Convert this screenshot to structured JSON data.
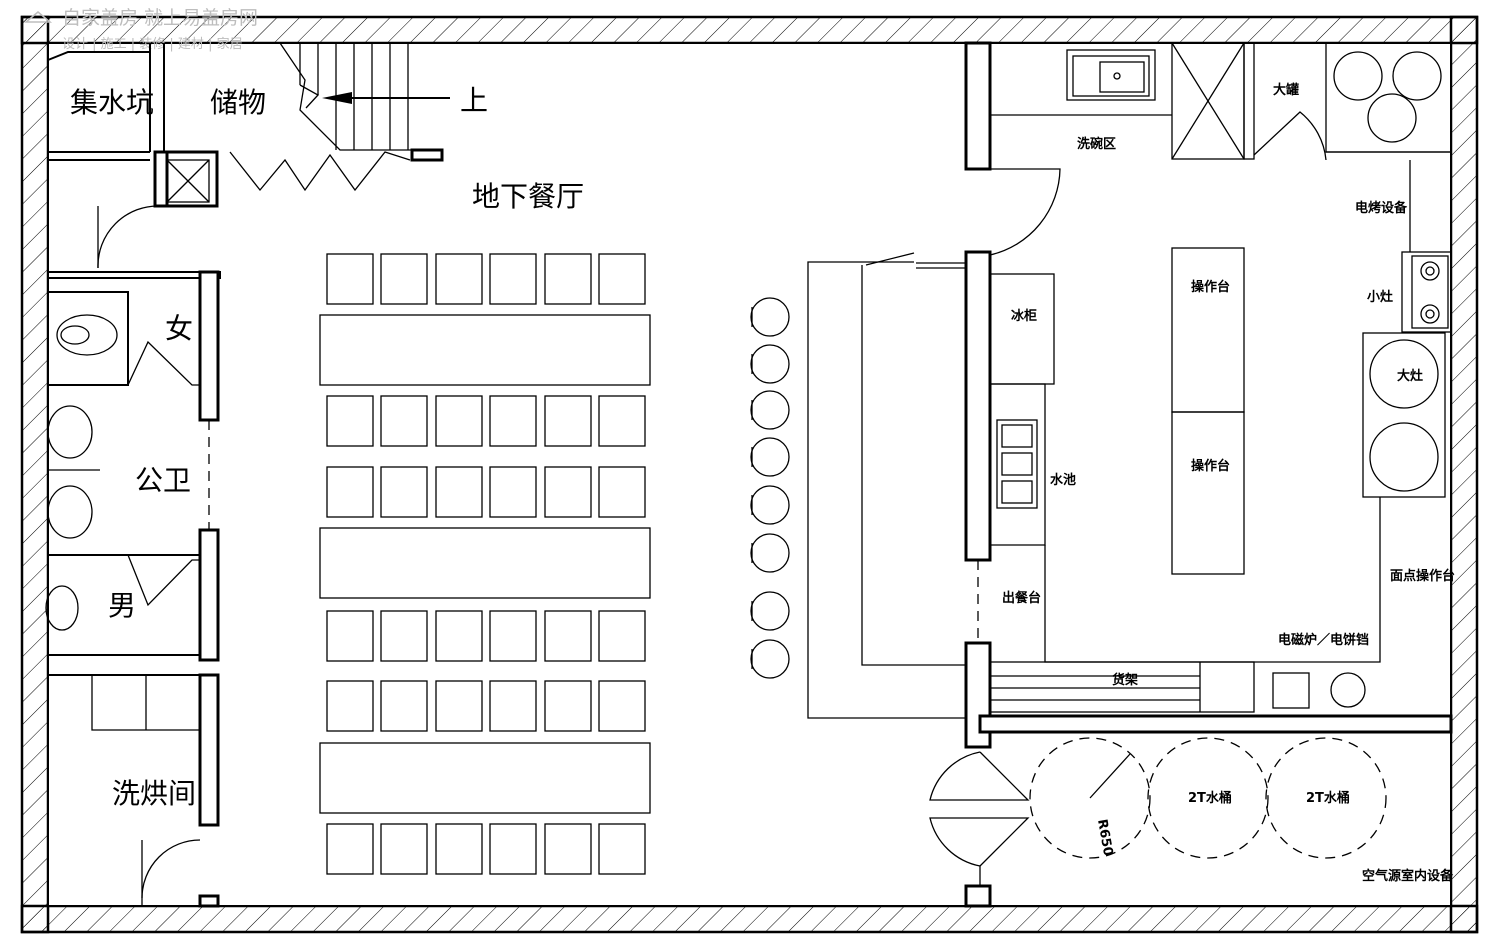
{
  "watermark": {
    "title": "自家盖房 就上易盖房网",
    "subtitle": "设计 | 施工 | 装修 | 建材 | 家居"
  },
  "rooms": {
    "sump": "集水坑",
    "storage": "储物",
    "stair_up": "上",
    "dining_hall": "地下餐厅",
    "womens": "女",
    "public_wc": "公卫",
    "mens": "男",
    "laundry": "洗烘间",
    "dish_area": "洗碗区",
    "big_tank": "大罐",
    "oven_equipment": "电烤设备",
    "small_stove": "小灶",
    "big_stove": "大灶",
    "workbench_1": "操作台",
    "workbench_2": "操作台",
    "fridge": "冰柜",
    "sink": "水池",
    "serving_counter": "出餐台",
    "pastry_bench": "面点操作台",
    "induction": "电磁炉／电饼铛",
    "shelf": "货架",
    "radius": "R650",
    "tank_1": "2T水桶",
    "tank_2": "2T水桶",
    "air_source": "空气源室内设备"
  },
  "colors": {
    "line": "#000000",
    "background": "#ffffff",
    "watermark": "#bdbdbd"
  }
}
